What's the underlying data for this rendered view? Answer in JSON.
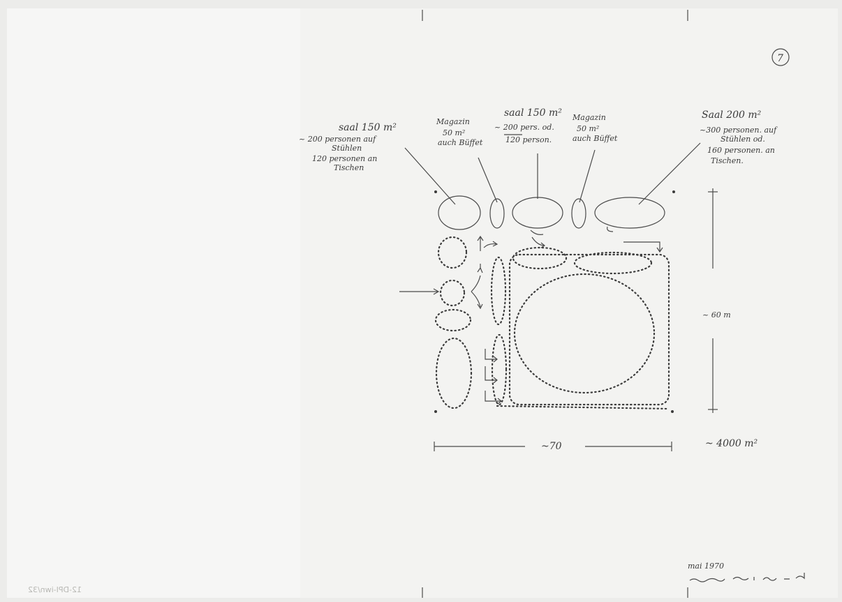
{
  "sheet": {
    "page_number": "7",
    "date": "mai 1970",
    "signature": "signature",
    "archive_mark": "12-DPI-iwn/32"
  },
  "labels": {
    "saal1": {
      "title": "saal 150 m²",
      "line1": "~ 200 personen auf",
      "line2": "Stühlen",
      "line3": "120 personen an",
      "line4": "Tischen"
    },
    "magazin1": {
      "title": "Magazin",
      "line1": "50 m²",
      "line2": "auch Büffet"
    },
    "saal2": {
      "title": "saal 150 m²",
      "line1": "~ 200 pers. od.",
      "line2": "120 person."
    },
    "magazin2": {
      "title": "Magazin",
      "line1": "50 m²",
      "line2": "auch Büffet"
    },
    "saal3": {
      "title": "Saal 200 m²",
      "line1": "~300 personen. auf",
      "line2": "Stühlen od.",
      "line3": "160 personen. an",
      "line4": "Tischen."
    }
  },
  "dimensions": {
    "height": "~ 60 m",
    "width": "~70",
    "area": "~ 4000 m²"
  }
}
